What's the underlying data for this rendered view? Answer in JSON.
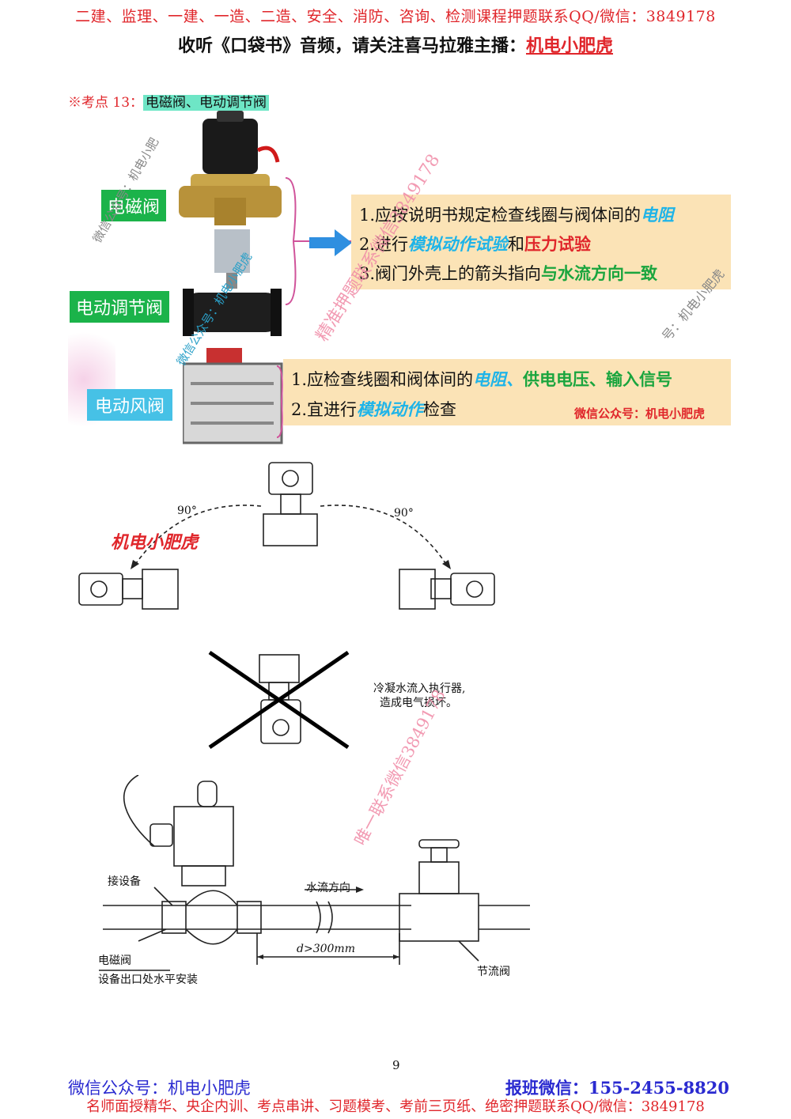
{
  "header": {
    "line1": "二建、监理、一建、一造、二造、安全、消防、咨询、检测课程押题联系QQ/微信：3849178",
    "line2_prefix": "收听《口袋书》音频，请关注喜马拉雅主播：",
    "line2_highlight": "机电小肥虎"
  },
  "kaodian": {
    "prefix": "※考点 13：",
    "title": "电磁阀、电动调节阀"
  },
  "photo_section": {
    "tags": [
      "电磁阀",
      "电动调节阀",
      "电动风阀"
    ],
    "box1": {
      "l1_text": "1.应按说明书规定检查线圈与阀体间的",
      "l1_hl": "电阻",
      "l2_a": "2.进行",
      "l2_hl1": "模拟动作试验",
      "l2_b": "和",
      "l2_hl2": "压力试验",
      "l3_text": "3.阀门外壳上的箭头指向",
      "l3_hl": "与水流方向一致"
    },
    "box2": {
      "l1_text": "1.应检查线圈和阀体间的",
      "l1_hl1": "电阻、",
      "l1_hl2": "供电电压、输入信号",
      "l2_a": "2.宜进行",
      "l2_hl": "模拟动作",
      "l2_b": "检查",
      "wechat": "微信公众号：机电小肥虎"
    },
    "watermarks": [
      "微信公众号：机电小肥虎",
      "精准押题联系微信3849178",
      "号：机电小肥虎",
      "微信公众号：机电小肥"
    ]
  },
  "diagram1": {
    "angle_left": "90°",
    "angle_right": "90°",
    "brand": "机电小肥虎"
  },
  "diagram2": {
    "note_line1": "冷凝水流入执行器,",
    "note_line2": "造成电气损坏。",
    "watermark": "唯一联系微信3849178"
  },
  "diagram3": {
    "label_device": "接设备",
    "label_flow": "水流方向",
    "label_dist": "d>300mm",
    "label_valve": "电磁阀",
    "label_install": "设备出口处水平安装",
    "label_throttle": "节流阀"
  },
  "page_number": "9",
  "footer": {
    "left": "微信公众号：机电小肥虎",
    "right": "报班微信：155-2455-8820",
    "bottom": "名师面授精华、央企内训、考点串讲、习题模考、考前三页纸、绝密押题联系QQ/微信：3849178"
  }
}
